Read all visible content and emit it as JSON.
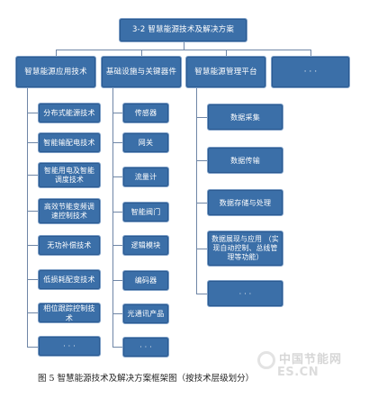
{
  "diagram": {
    "title": "3-2 智慧能源技术及解决方案",
    "columns": [
      {
        "heading": "智慧能源应用技术",
        "items": [
          "分布式能源技术",
          "智能输配电技术",
          "智能用电及智能调度技术",
          "高效节能变频调速控制技术",
          "无功补偿技术",
          "低损耗配变技术",
          "相位跟踪控制技术",
          "· · ·"
        ]
      },
      {
        "heading": "基础设施与关键器件",
        "items": [
          "传感器",
          "网关",
          "流量计",
          "智能阀门",
          "逻辑模块",
          "编码器",
          "光通讯产品",
          "· · ·"
        ]
      },
      {
        "heading": "智慧能源管理平台",
        "items": [
          "数据采集",
          "数据传输",
          "数据存储与处理",
          "数据展现与应用 （实现自动控制、总线管理等功能）",
          "· · ·"
        ]
      },
      {
        "heading": "· · ·",
        "items": []
      }
    ]
  },
  "caption": "图 5  智慧能源技术及解决方案框架图（按技术层级划分）",
  "watermark": {
    "cn": "中国节能网",
    "en": "ES.CN"
  },
  "colors": {
    "box_fill": "#3b6fa8",
    "box_border": "#7c9ec6",
    "connector": "#6f86a6"
  }
}
